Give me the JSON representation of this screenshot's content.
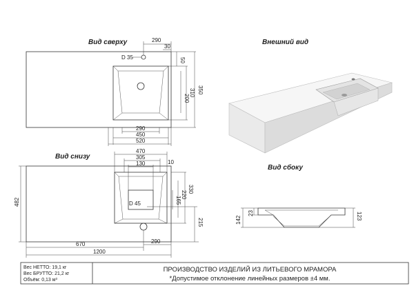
{
  "views": {
    "top": "Вид сверху",
    "external": "Внешний вид",
    "bottom": "Вид снизу",
    "side": "Вид сбоку"
  },
  "top_dims": {
    "w290": "290",
    "w30": "30",
    "d35": "D 35",
    "v50": "50",
    "v350": "350",
    "v310": "310",
    "v200": "200",
    "b290": "290",
    "b450": "450",
    "b520": "520"
  },
  "bottom_dims": {
    "w470": "470",
    "w305": "305",
    "w130": "130",
    "w10": "10",
    "h482": "482",
    "v330": "330",
    "v220": "220",
    "v165": "165",
    "d45": "D 45",
    "v215": "215",
    "b670": "670",
    "b1200": "1200",
    "b290": "290"
  },
  "side_dims": {
    "h142": "142",
    "h23": "23",
    "h123": "123"
  },
  "footer": {
    "weights": [
      "Вес НЕТТО: 19,1 кг",
      "Вес БРУТТО: 21,2 кг",
      "Объём: 0,13 м³"
    ],
    "production": "ПРОИЗВОДСТВО ИЗДЕЛИЙ ИЗ ЛИТЬЕВОГО МРАМОРА",
    "tolerance": "*Допустимое отклонение линейных размеров ±4 мм."
  }
}
